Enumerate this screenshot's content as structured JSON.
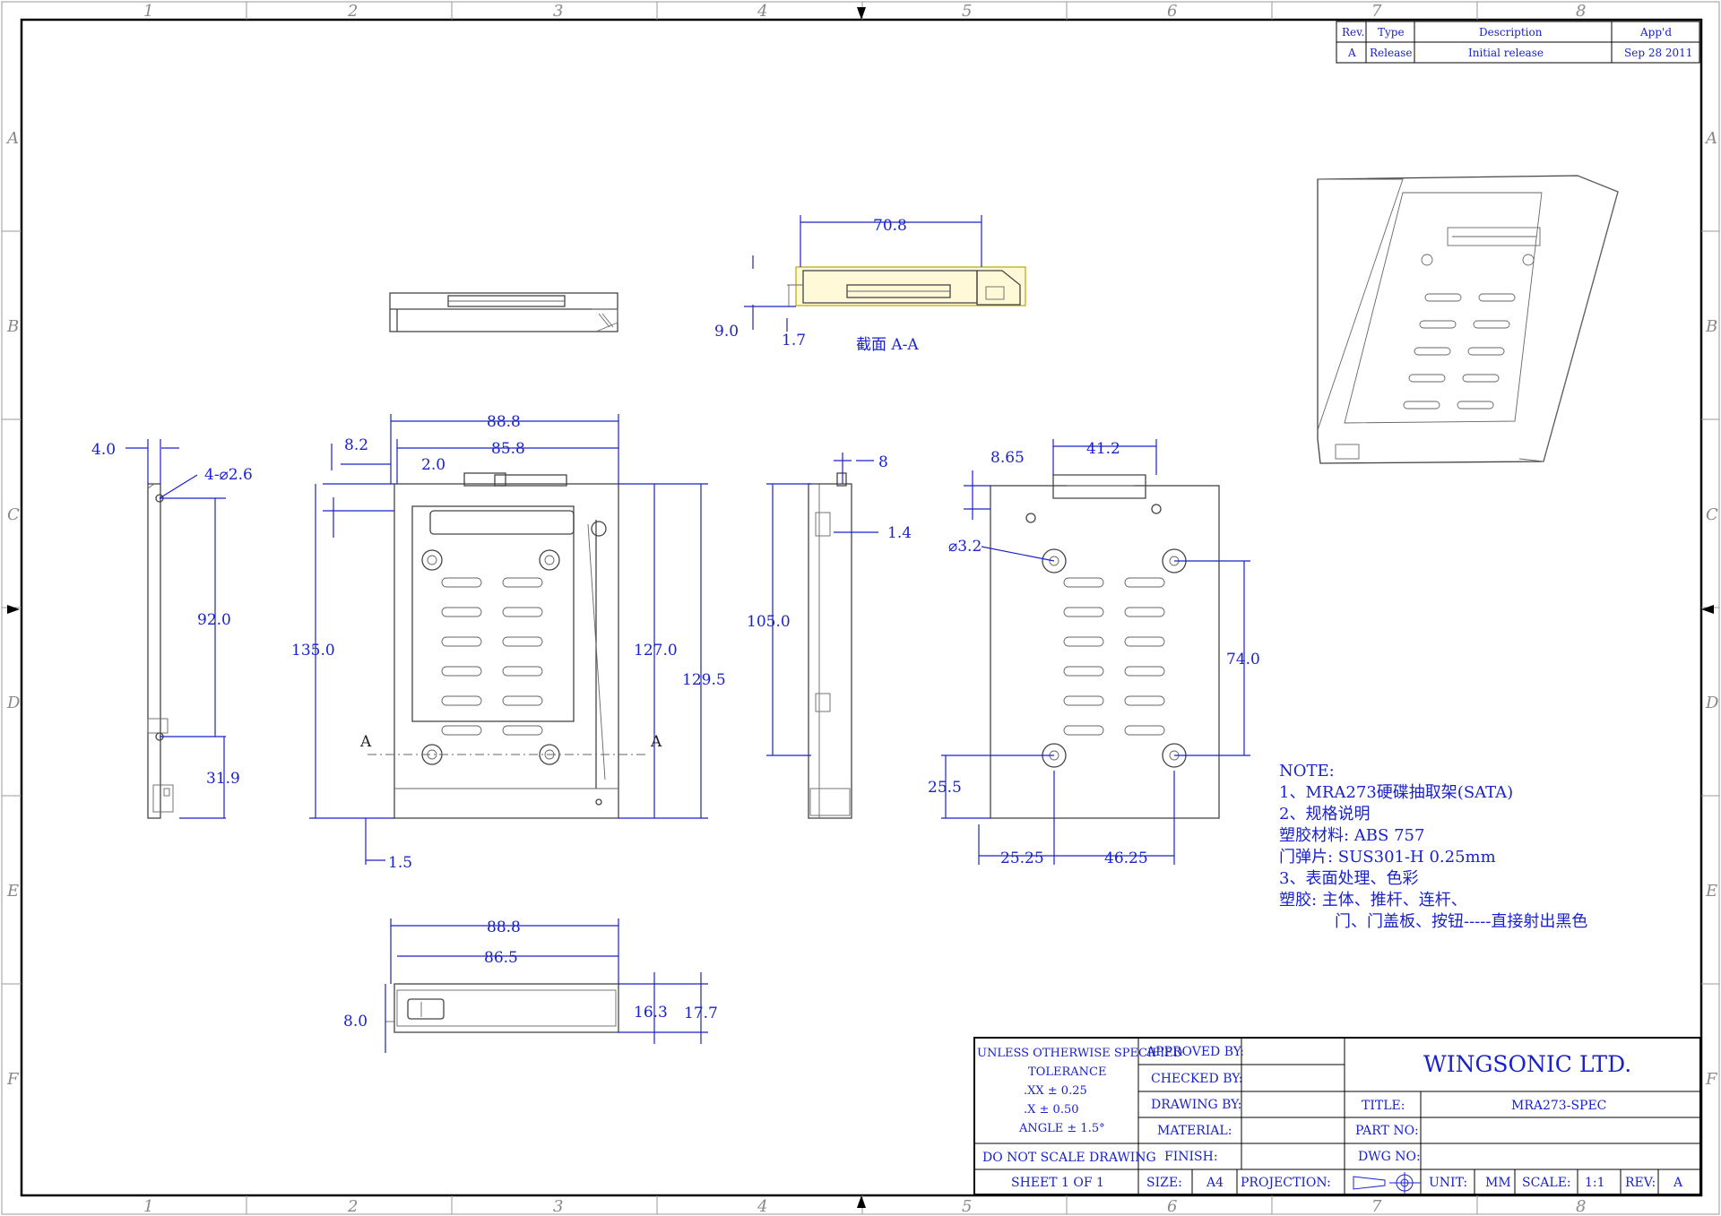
{
  "zones": {
    "columns": [
      "1",
      "2",
      "3",
      "4",
      "5",
      "6",
      "7",
      "8"
    ],
    "rows": [
      "A",
      "B",
      "C",
      "D",
      "E",
      "F"
    ]
  },
  "revision": {
    "headers": [
      "Rev.",
      "Type",
      "Description",
      "App'd"
    ],
    "row": [
      "A",
      "Release",
      "Initial release",
      "Sep 28 2011"
    ]
  },
  "section_label": "截面  A-A",
  "section_marker": "A",
  "dims": {
    "top_width": "70.8",
    "top_h": "9.0",
    "top_step": "1.7",
    "left_edge": "4.0",
    "hole_callout": "4-⌀2.6",
    "left_92": "92.0",
    "left_319": "31.9",
    "front_888": "88.8",
    "front_858": "85.8",
    "front_82": "8.2",
    "front_20": "2.0",
    "front_1350": "135.0",
    "front_1270": "127.0",
    "front_1295": "129.5",
    "front_15": "1.5",
    "side_8": "8",
    "side_14": "1.4",
    "side_1050": "105.0",
    "rear_865": "8.65",
    "rear_412": "41.2",
    "rear_hole": "⌀3.2",
    "rear_740": "74.0",
    "rear_255": "25.5",
    "rear_2525": "25.25",
    "rear_4625": "46.25",
    "bottom_888": "88.8",
    "bottom_865": "86.5",
    "bottom_80": "8.0",
    "bottom_163": "16.3",
    "bottom_177": "17.7"
  },
  "notes": [
    "NOTE:",
    "1、MRA273硬碟抽取架(SATA)",
    "2、规格说明",
    "塑胶材料: ABS 757",
    "门弹片: SUS301-H 0.25mm",
    "3、表面处理、色彩",
    "塑胶: 主体、推杆、连杆、",
    "门、门盖板、按钮-----直接射出黑色"
  ],
  "title_block": {
    "tolerance_header": "UNLESS OTHERWISE SPECIFIED",
    "tolerance_title": "TOLERANCE",
    "tol_xx": ".XX ±  0.25",
    "tol_x": ".X ±  0.50",
    "tol_angle": "ANGLE ±  1.5°",
    "do_not_scale": "DO NOT SCALE DRAWING",
    "approved_by": "APPROVED BY:",
    "checked_by": "CHECKED BY:",
    "drawing_by": "DRAWING BY:",
    "material": "MATERIAL:",
    "finish": "FINISH:",
    "company": "WINGSONIC LTD.",
    "title_label": "TITLE:",
    "title_value": "MRA273-SPEC",
    "part_no": "PART NO:",
    "dwg_no": "DWG NO:",
    "sheet": "SHEET 1 OF 1",
    "size_label": "SIZE:",
    "size_value": "A4",
    "projection": "PROJECTION:",
    "unit_label": "UNIT:",
    "unit_value": "MM",
    "scale_label": "SCALE:",
    "scale_value": "1:1",
    "rev_label": "REV:",
    "rev_value": "A"
  },
  "colors": {
    "dimension": "#1a22cc",
    "part": "#444444",
    "frame": "#000000"
  }
}
